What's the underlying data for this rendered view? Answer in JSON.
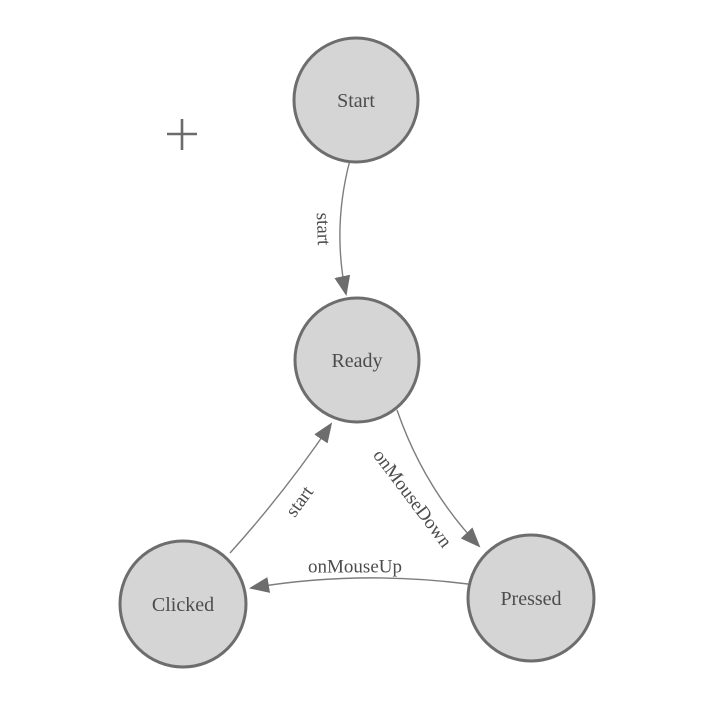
{
  "diagram": {
    "nodes": [
      {
        "id": "start",
        "label": "Start"
      },
      {
        "id": "ready",
        "label": "Ready"
      },
      {
        "id": "clicked",
        "label": "Clicked"
      },
      {
        "id": "pressed",
        "label": "Pressed"
      }
    ],
    "edges": [
      {
        "from": "start",
        "to": "ready",
        "label": "start"
      },
      {
        "from": "ready",
        "to": "pressed",
        "label": "onMouseDown"
      },
      {
        "from": "pressed",
        "to": "clicked",
        "label": "onMouseUp"
      },
      {
        "from": "clicked",
        "to": "ready",
        "label": "start"
      }
    ]
  },
  "icons": {
    "canvas_marker": "plus-crosshair-icon"
  },
  "colors": {
    "background": "#ffffff",
    "node_fill": "#d5d5d5",
    "node_border": "#6d6d6d",
    "edge_line": "#7d7d7d",
    "arrowhead": "#6d6d6d",
    "label_text": "#4c4c4c",
    "plus_marker": "#6b6b6b"
  }
}
